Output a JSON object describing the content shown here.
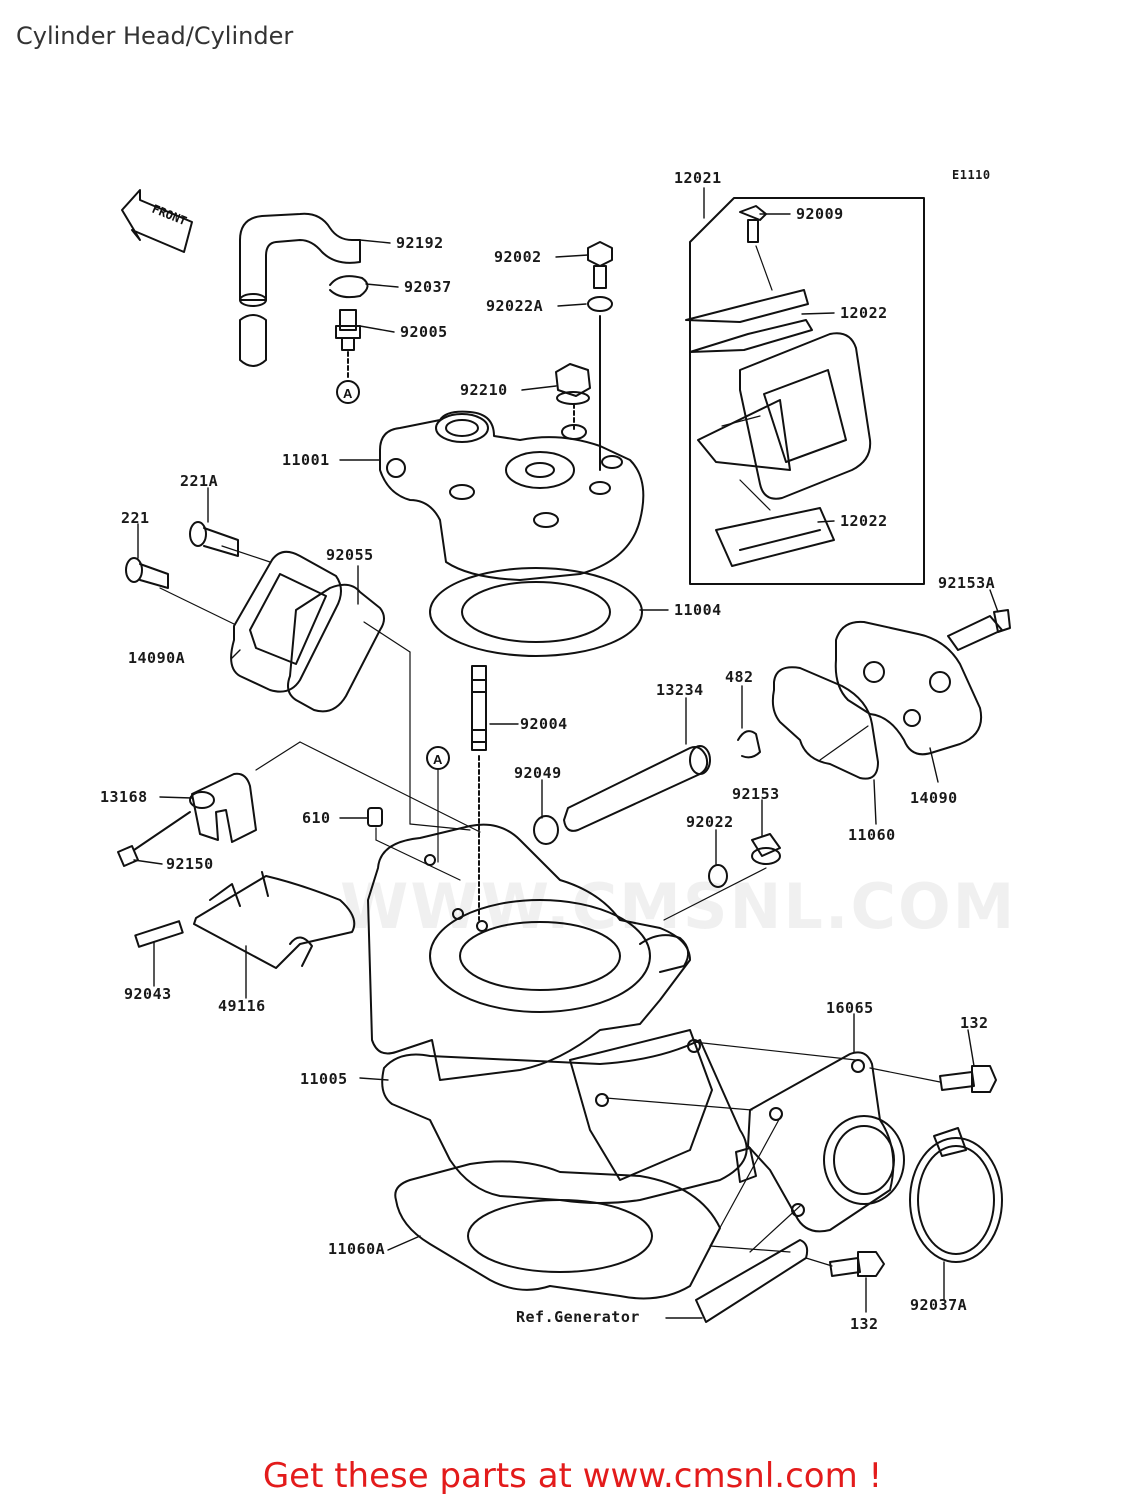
{
  "header": {
    "title": "Cylinder Head/Cylinder"
  },
  "diagram": {
    "code": "E1110",
    "front_marker": "FRONT",
    "reference_marker": "A",
    "watermark": "WWW.CMSNL.COM",
    "callouts": {
      "p12021": "12021",
      "p92009": "92009",
      "p92192": "92192",
      "p92037": "92037",
      "p92005": "92005",
      "p92002": "92002",
      "p92022A": "92022A",
      "p12022a": "12022",
      "p92210": "92210",
      "p11001": "11001",
      "p221A": "221A",
      "p221": "221",
      "p92055": "92055",
      "p12022b": "12022",
      "p11004": "11004",
      "p92153A": "92153A",
      "p14090A": "14090A",
      "p13234": "13234",
      "p482": "482",
      "p92004": "92004",
      "p13168": "13168",
      "p92049": "92049",
      "p92153": "92153",
      "p14090": "14090",
      "p11060": "11060",
      "p610": "610",
      "p92022": "92022",
      "p92150": "92150",
      "p92043": "92043",
      "p49116": "49116",
      "p16065": "16065",
      "p132a": "132",
      "p11005": "11005",
      "p11060A": "11060A",
      "p132b": "132",
      "p92037A": "92037A",
      "refgen": "Ref.Generator"
    }
  },
  "footer": {
    "cta": "Get these parts at www.cmsnl.com !"
  }
}
